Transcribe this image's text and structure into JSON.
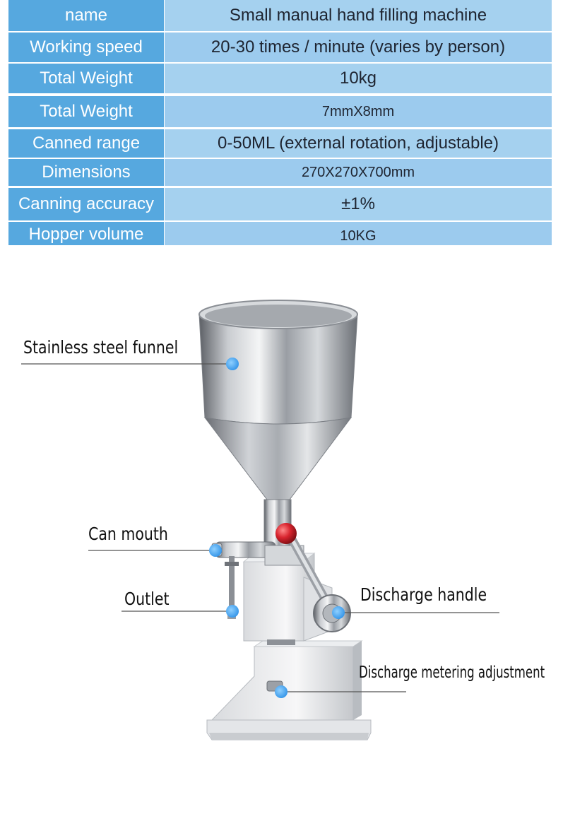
{
  "specs": [
    {
      "name": "name",
      "value": "Small manual hand filling machine"
    },
    {
      "name": "Working speed",
      "value": "20-30 times / minute (varies by person)"
    },
    {
      "name": "Total Weight",
      "value": "10kg"
    },
    {
      "name": "Total Weight",
      "value": "7mmX8mm"
    },
    {
      "name": "Canned range",
      "value": "0-50ML (external rotation, adjustable)"
    },
    {
      "name": "Dimensions",
      "value": "270X270X700mm"
    },
    {
      "name": "Canning accuracy",
      "value": "±1%"
    },
    {
      "name": "Hopper volume",
      "value": "10KG"
    }
  ],
  "callouts": {
    "funnel": "Stainless steel funnel",
    "can_mouth": "Can mouth",
    "outlet": "Outlet",
    "discharge_handle": "Discharge handle",
    "metering": "Discharge metering adjustment"
  },
  "colors": {
    "label_cell": "#56a8df",
    "value_cell": "#a5d1ef",
    "marker_dot": "#3aa0f0",
    "handle_knob": "#d8242e"
  }
}
